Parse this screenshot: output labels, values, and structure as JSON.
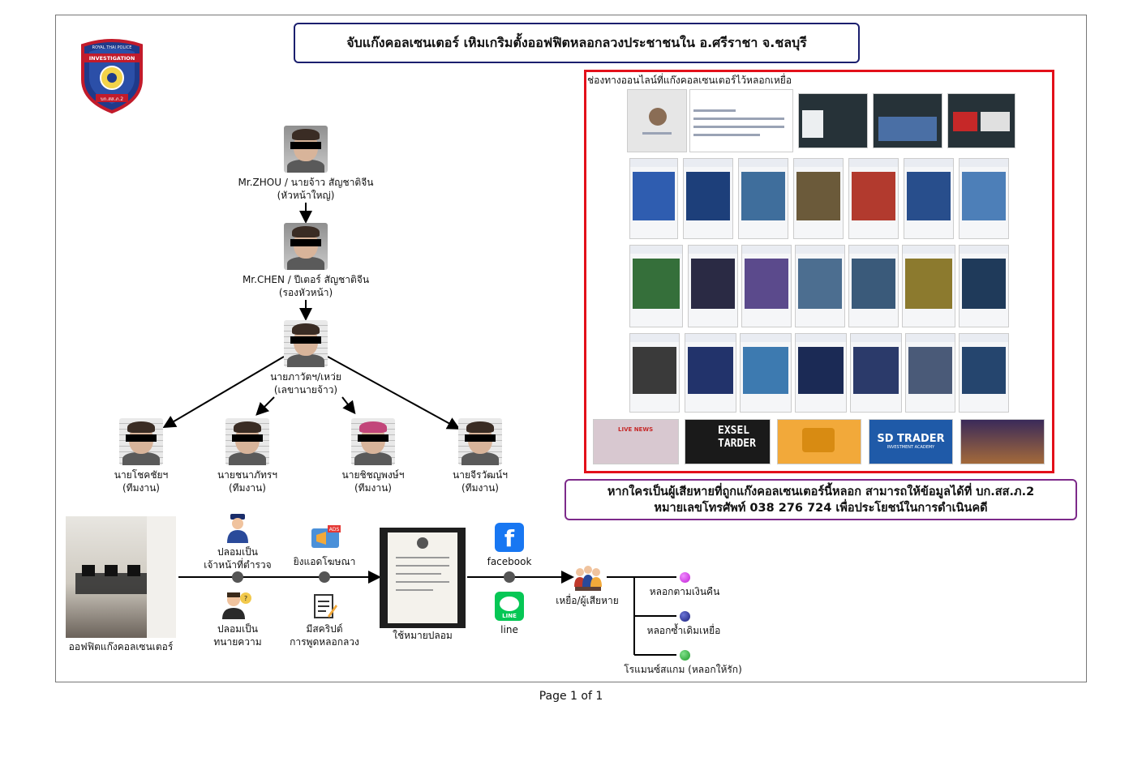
{
  "title": "จับแก๊งคอลเซนเตอร์ เหิมเกริมตั้งออฟฟิตหลอกลวงประชาชนใน อ.ศรีราชา จ.ชลบุรี",
  "logo": {
    "top_text": "ROYAL THAI POLICE",
    "ribbon": "INVESTIGATION",
    "bottom_text": "บก.สส.ภ.2",
    "icon": "police-badge-icon"
  },
  "hierarchy": {
    "leader": {
      "name": "Mr.ZHOU / นายจ้าว สัญชาติจีน",
      "role": "(หัวหน้าใหญ่)"
    },
    "deputy": {
      "name": "Mr.CHEN / ปีเตอร์ สัญชาติจีน",
      "role": "(รองหัวหน้า)"
    },
    "secretary": {
      "name": "นายภาวัตฯ/เหว่ย",
      "role": "(เลขานายจ้าว)"
    },
    "staff": [
      {
        "name": "นายโชคชัยฯ",
        "role": "(ทีมงาน)"
      },
      {
        "name": "นายชนาภัทรฯ",
        "role": "(ทีมงาน)"
      },
      {
        "name": "นายชิชญพงษ์ฯ",
        "role": "(ทีมงาน)"
      },
      {
        "name": "นายจีรวัฒน์ฯ",
        "role": "(ทีมงาน)"
      }
    ]
  },
  "online_channels": {
    "title": "ช่องทางออนไลน์ที่แก๊งคอลเซนเตอร์ไว้หลอกเหยื่อ",
    "banners": [
      "LIVE NEWS",
      "EXSEL TARDER",
      "",
      "SD TRADER",
      ""
    ],
    "banner_sub": "INVESTMENT ACADEMY"
  },
  "notice": {
    "line1": "หากใครเป็นผู้เสียหายที่ถูกแก๊งคอลเซนเตอร์นี้หลอก สามารถให้ข้อมูลได้ที่ บก.สส.ภ.2",
    "line2": "หมายเลขโทรศัพท์ 038 276 724 เพื่อประโยชน์ในการดำเนินคดี"
  },
  "flow": {
    "office": "ออฟฟิตแก๊งคอลเซนเตอร์",
    "fake_police": {
      "l1": "ปลอมเป็น",
      "l2": "เจ้าหน้าที่ตำรวจ"
    },
    "ads": "ยิงแอดโฆษณา",
    "ads_tag": "ADS",
    "fake_lawyer": {
      "l1": "ปลอมเป็น",
      "l2": "ทนายความ"
    },
    "script": {
      "l1": "มีสคริปต์",
      "l2": "การพูดหลอกลวง"
    },
    "fake_letter": "ใช้หมายปลอม",
    "facebook": "facebook",
    "line": "line",
    "line_badge": "LINE",
    "victims": "เหยื่อ/ผู้เสียหาย",
    "outcomes": [
      {
        "label": "หลอกตามเงินคืน",
        "color": "#c21fd6"
      },
      {
        "label": "หลอกซ้ำเดิมเหยื่อ",
        "color": "#1a1f7a"
      },
      {
        "label": "โรแมนซ์สแกม (หลอกให้รัก)",
        "color": "#1e9a2a"
      }
    ]
  },
  "colors": {
    "title_border": "#1b1f6e",
    "red_border": "#e3101a",
    "notice_border": "#7d2a8a"
  },
  "page_label": "Page 1 of 1"
}
